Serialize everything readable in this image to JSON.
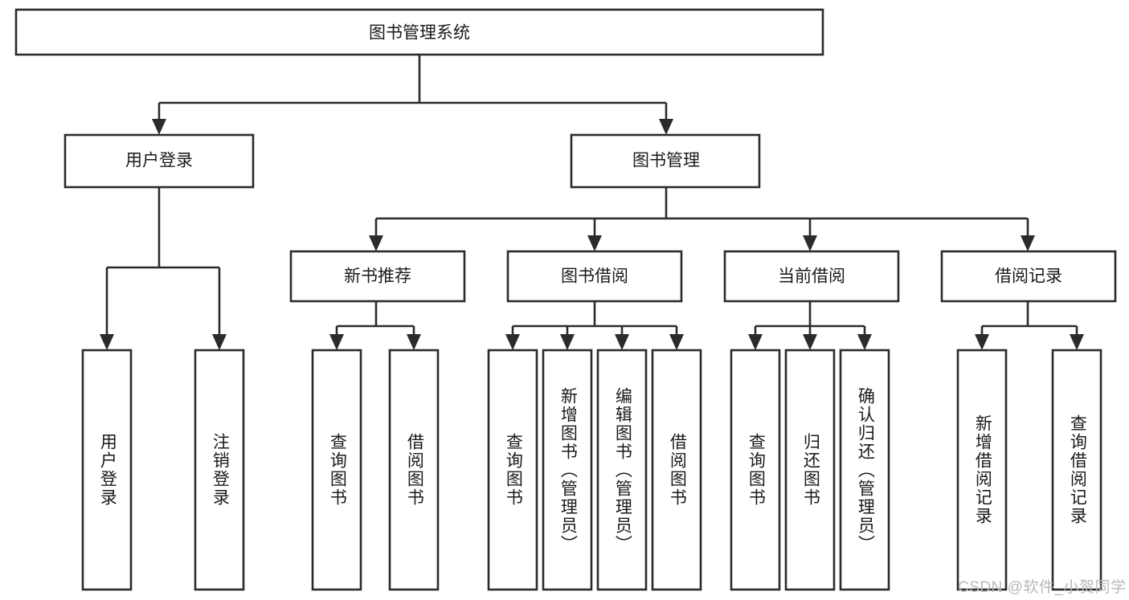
{
  "diagram": {
    "type": "tree",
    "title": "图书管理系统",
    "root": {
      "id": "root",
      "label": "图书管理系统",
      "orientation": "horizontal"
    },
    "level2": [
      {
        "id": "user-login",
        "label": "用户登录",
        "orientation": "horizontal"
      },
      {
        "id": "book-manage",
        "label": "图书管理",
        "orientation": "horizontal"
      }
    ],
    "level3": [
      {
        "id": "new-book-recommend",
        "label": "新书推荐",
        "orientation": "horizontal",
        "parent": "book-manage"
      },
      {
        "id": "book-borrow",
        "label": "图书借阅",
        "orientation": "horizontal",
        "parent": "book-manage"
      },
      {
        "id": "current-borrow",
        "label": "当前借阅",
        "orientation": "horizontal",
        "parent": "book-manage"
      },
      {
        "id": "borrow-record",
        "label": "借阅记录",
        "orientation": "horizontal",
        "parent": "book-manage"
      }
    ],
    "leaves": [
      {
        "id": "leaf-user-login",
        "label": "用户登录",
        "parent": "user-login",
        "orientation": "vertical"
      },
      {
        "id": "leaf-user-logout",
        "label": "注销登录",
        "parent": "user-login",
        "orientation": "vertical"
      },
      {
        "id": "leaf-query-book-1",
        "label": "查询图书",
        "parent": "new-book-recommend",
        "orientation": "vertical"
      },
      {
        "id": "leaf-borrow-book-1",
        "label": "借阅图书",
        "parent": "new-book-recommend",
        "orientation": "vertical"
      },
      {
        "id": "leaf-query-book-2",
        "label": "查询图书",
        "parent": "book-borrow",
        "orientation": "vertical"
      },
      {
        "id": "leaf-add-book",
        "label": "新增图书（管理员）",
        "parent": "book-borrow",
        "orientation": "vertical"
      },
      {
        "id": "leaf-edit-book",
        "label": "编辑图书（管理员）",
        "parent": "book-borrow",
        "orientation": "vertical"
      },
      {
        "id": "leaf-borrow-book-2",
        "label": "借阅图书",
        "parent": "book-borrow",
        "orientation": "vertical"
      },
      {
        "id": "leaf-query-book-3",
        "label": "查询图书",
        "parent": "current-borrow",
        "orientation": "vertical"
      },
      {
        "id": "leaf-return-book",
        "label": "归还图书",
        "parent": "current-borrow",
        "orientation": "vertical"
      },
      {
        "id": "leaf-confirm-return",
        "label": "确认归还（管理员）",
        "parent": "current-borrow",
        "orientation": "vertical"
      },
      {
        "id": "leaf-add-record",
        "label": "新增借阅记录",
        "parent": "borrow-record",
        "orientation": "vertical"
      },
      {
        "id": "leaf-query-record",
        "label": "查询借阅记录",
        "parent": "borrow-record",
        "orientation": "vertical"
      }
    ]
  },
  "colors": {
    "background": "#ffffff",
    "box_fill": "#ffffff",
    "box_stroke": "#2b2b2b",
    "text": "#1a1a1a",
    "watermark": "#b9b9b9"
  },
  "watermark": {
    "text": "CSDN @软件_小贺同学"
  }
}
